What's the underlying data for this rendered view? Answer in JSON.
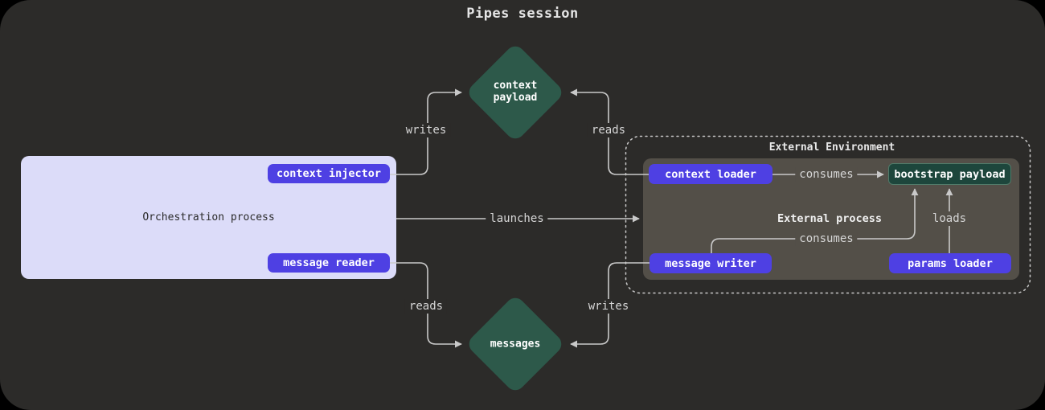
{
  "title": "Pipes session",
  "orchestration": {
    "label": "Orchestration process",
    "context_injector": "context injector",
    "message_reader": "message reader"
  },
  "external": {
    "environment_label": "External Environment",
    "process_label": "External process",
    "context_loader": "context loader",
    "message_writer": "message writer",
    "params_loader": "params loader",
    "bootstrap_payload": "bootstrap payload"
  },
  "payloads": {
    "context_payload": "context payload",
    "messages": "messages"
  },
  "edges": {
    "writes_top": "writes",
    "reads_top": "reads",
    "launches": "launches",
    "consumes_injected": "consumes",
    "consumes_messages": "consumes",
    "loads": "loads",
    "reads_bottom": "reads",
    "writes_bottom": "writes"
  },
  "colors": {
    "accent_purple": "#4e40e3",
    "lavender": "#dcdcf9",
    "diamond_green": "#2d594a",
    "payload_green": "#1d463c",
    "process_gray": "#534f48",
    "panel_background": "#2c2b29",
    "line_gray": "#c9c9c9"
  }
}
